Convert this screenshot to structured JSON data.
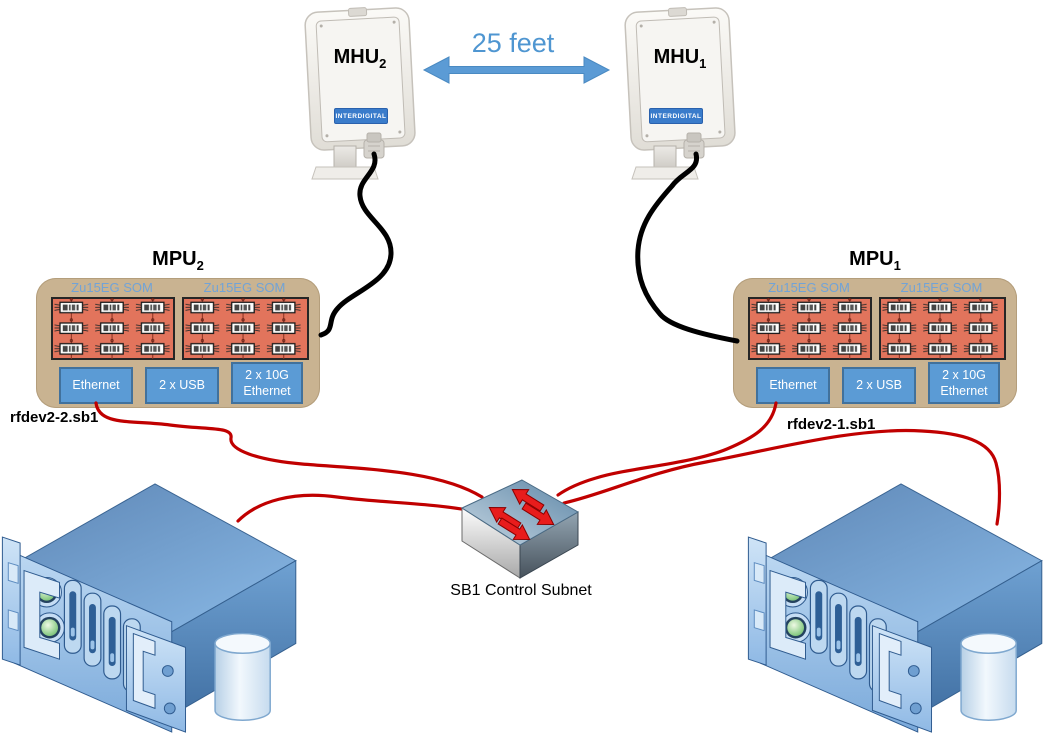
{
  "diagram": {
    "distance_label": "25 feet",
    "mhu2": {
      "name": "MHU",
      "sub": "2",
      "logo": "InterDigital"
    },
    "mhu1": {
      "name": "MHU",
      "sub": "1",
      "logo": "InterDigital"
    },
    "mpu2": {
      "name": "MPU",
      "sub": "2",
      "som_left_label": "Zu15EG SOM",
      "som_right_label": "Zu15EG SOM",
      "port_ethernet": "Ethernet",
      "port_usb": "2 x USB",
      "port_10g": "2 x 10G Ethernet",
      "hostname": "rfdev2-2.sb1"
    },
    "mpu1": {
      "name": "MPU",
      "sub": "1",
      "som_left_label": "Zu15EG SOM",
      "som_right_label": "Zu15EG SOM",
      "port_ethernet": "Ethernet",
      "port_usb": "2 x USB",
      "port_10g": "2 x 10G Ethernet",
      "hostname": "rfdev2-1.sb1"
    },
    "switch_label": "SB1 Control Subnet",
    "colors": {
      "distance_text": "#4f96d1",
      "arrow_blue": "#5b9bd5",
      "mpu_body_tan": "#c9b391",
      "som_board_red": "#e2745c",
      "som_label_blue": "#71a3d7",
      "port_box_blue": "#5b9bd5",
      "data_cable_red": "#c00000",
      "rf_cable_black": "#000000",
      "server_blue": "#6f9fd1",
      "led_green": "#8fce8b"
    }
  }
}
